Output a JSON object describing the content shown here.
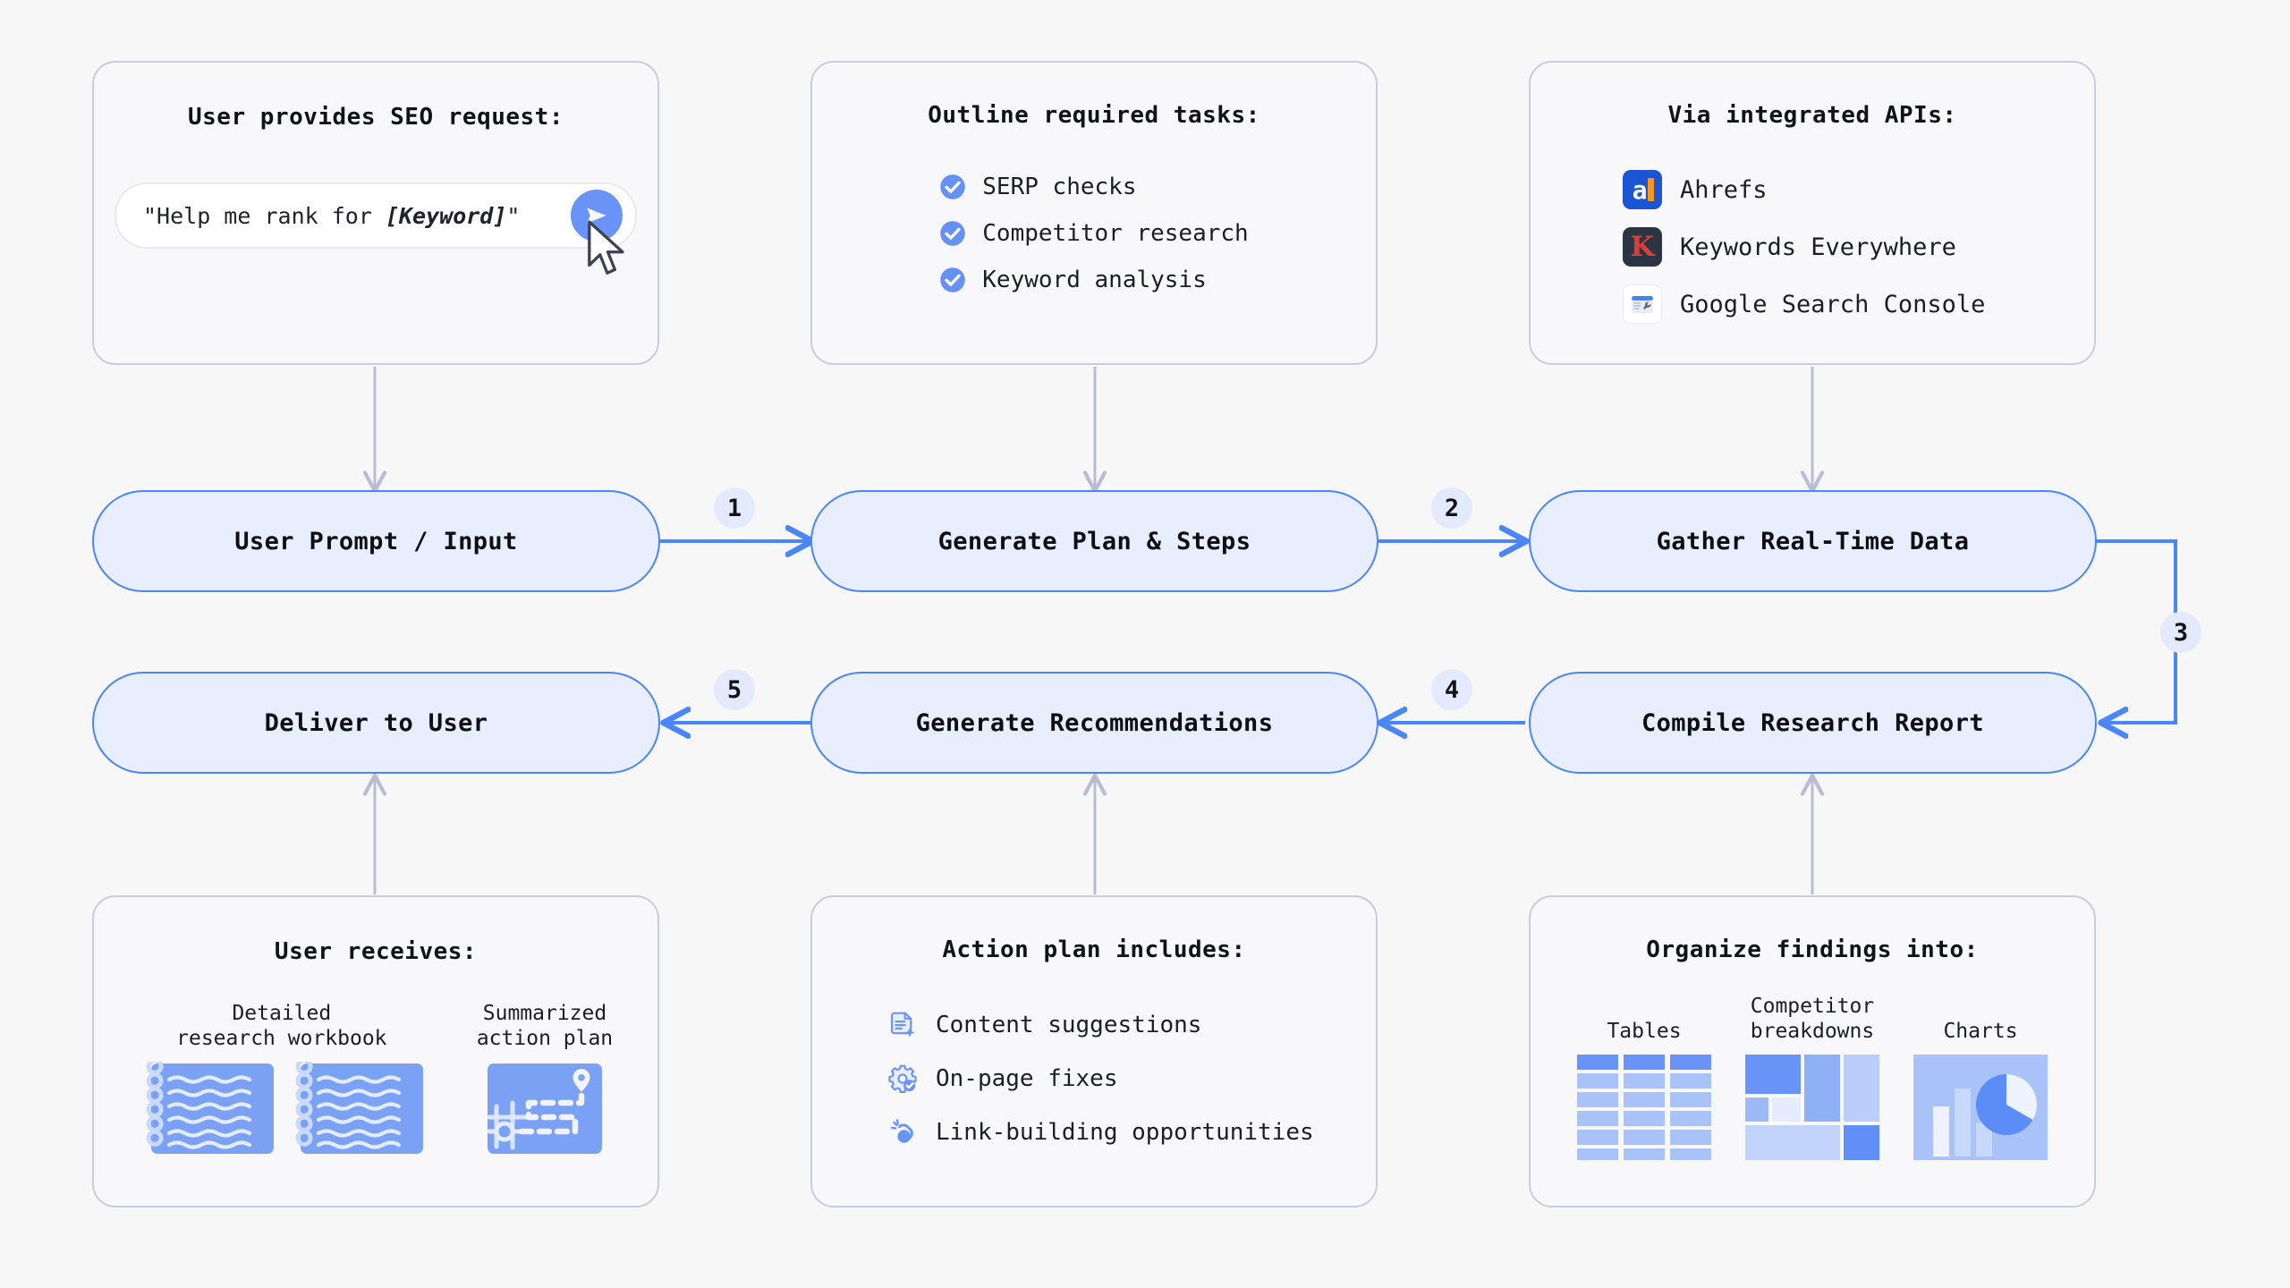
{
  "theme": {
    "bg": "#f7f7f8",
    "card_bg": "#f8f8fa",
    "card_border": "#c9cbe2",
    "node_fill": "#e8eefd",
    "node_border": "#4a86f7",
    "accent_blue": "#4a86f7",
    "soft_blue": "#6a93f8",
    "badge_bg": "#e3eafc",
    "gray_arrow": "#b9bcd2",
    "text": "#111318"
  },
  "top_cards": [
    {
      "id": "user-request",
      "title": "User provides SEO request:",
      "prompt": {
        "prefix": "\"Help me rank for ",
        "emphasis": "[Keyword]",
        "suffix": "\"",
        "send_icon": "send-icon"
      },
      "cursor_icon": "mouse-cursor-icon"
    },
    {
      "id": "outline-tasks",
      "title": "Outline required tasks:",
      "items": [
        {
          "icon": "check-circle-icon",
          "label": "SERP checks"
        },
        {
          "icon": "check-circle-icon",
          "label": "Competitor research"
        },
        {
          "icon": "check-circle-icon",
          "label": "Keyword analysis"
        }
      ]
    },
    {
      "id": "integrated-apis",
      "title": "Via integrated APIs:",
      "items": [
        {
          "icon": "ahrefs-logo-icon",
          "label": "Ahrefs",
          "mark": "a"
        },
        {
          "icon": "keywords-everywhere-logo-icon",
          "label": "Keywords Everywhere",
          "mark": "K"
        },
        {
          "icon": "google-search-console-logo-icon",
          "label": "Google Search Console"
        }
      ]
    }
  ],
  "nodes": [
    {
      "id": "user-prompt-input",
      "label": "User Prompt / Input"
    },
    {
      "id": "generate-plan-steps",
      "label": "Generate Plan & Steps"
    },
    {
      "id": "gather-real-time-data",
      "label": "Gather Real-Time Data"
    },
    {
      "id": "deliver-to-user",
      "label": "Deliver to User"
    },
    {
      "id": "generate-recommendations",
      "label": "Generate Recommendations"
    },
    {
      "id": "compile-research-report",
      "label": "Compile Research Report"
    }
  ],
  "step_badges": [
    {
      "id": "step-1",
      "number": "1"
    },
    {
      "id": "step-2",
      "number": "2"
    },
    {
      "id": "step-3",
      "number": "3"
    },
    {
      "id": "step-4",
      "number": "4"
    },
    {
      "id": "step-5",
      "number": "5"
    }
  ],
  "bottom_cards": [
    {
      "id": "user-receives",
      "title": "User receives:",
      "thumbs": [
        {
          "caption": "Detailed\nresearch workbook",
          "icon": "notebook-icon",
          "count": 2
        },
        {
          "caption": "Summarized\naction plan",
          "icon": "roadmap-icon",
          "count": 1
        }
      ]
    },
    {
      "id": "action-plan",
      "title": "Action plan includes:",
      "items": [
        {
          "icon": "document-sparkle-icon",
          "label": "Content suggestions"
        },
        {
          "icon": "gear-check-icon",
          "label": "On-page fixes"
        },
        {
          "icon": "link-sparkle-icon",
          "label": "Link-building opportunities"
        }
      ]
    },
    {
      "id": "organize-findings",
      "title": "Organize findings into:",
      "thumbs": [
        {
          "caption": "Tables",
          "icon": "table-grid-icon"
        },
        {
          "caption": "Competitor\nbreakdowns",
          "icon": "treemap-icon"
        },
        {
          "caption": "Charts",
          "icon": "chart-pie-bar-icon"
        }
      ]
    }
  ]
}
